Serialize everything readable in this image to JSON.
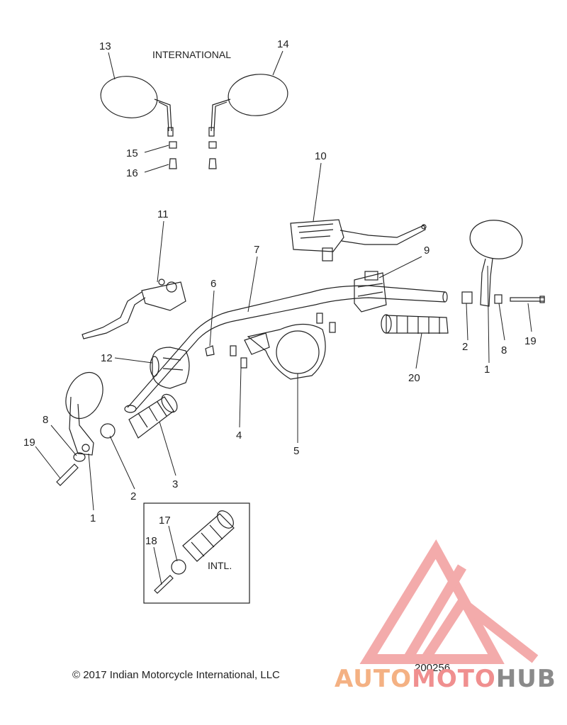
{
  "header": {
    "region_label": "INTERNATIONAL"
  },
  "inset": {
    "label": "INTL."
  },
  "callouts": {
    "c1a": "1",
    "c1b": "1",
    "c2a": "2",
    "c2b": "2",
    "c3": "3",
    "c4": "4",
    "c5": "5",
    "c6": "6",
    "c7": "7",
    "c8a": "8",
    "c8b": "8",
    "c9": "9",
    "c10": "10",
    "c11": "11",
    "c12": "12",
    "c13": "13",
    "c14": "14",
    "c15": "15",
    "c16": "16",
    "c17": "17",
    "c18": "18",
    "c19a": "19",
    "c19b": "19",
    "c20": "20"
  },
  "footer": {
    "copyright": "© 2017 Indian Motorcycle International, LLC",
    "diagram_number": "200256"
  },
  "watermark": {
    "part1": "AUTO",
    "part2": "MOTO",
    "part3": "HUB"
  },
  "colors": {
    "line": "#222222",
    "watermark_red": "#f08f8f",
    "watermark_orange": "#f4b183",
    "watermark_gray": "#8a8a8a"
  }
}
